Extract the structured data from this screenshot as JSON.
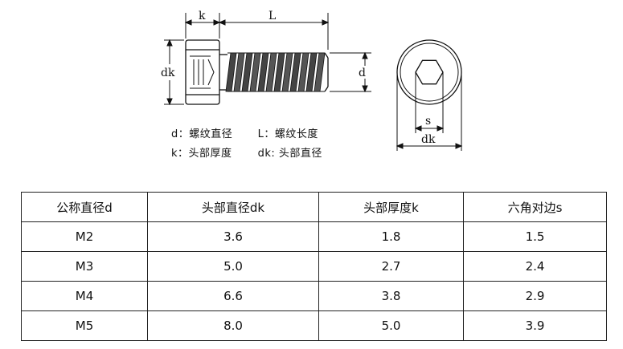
{
  "diagram": {
    "dim_labels": {
      "k": "k",
      "L": "L",
      "dk_left": "dk",
      "d": "d",
      "s": "s",
      "dk_bottom": "dk"
    }
  },
  "legend": {
    "line1_a": "d：螺纹直径",
    "line1_b": "L：螺纹长度",
    "line2_a": "k：头部厚度",
    "line2_b": "dk: 头部直径"
  },
  "table": {
    "headers": [
      "公称直径d",
      "头部直径dk",
      "头部厚度k",
      "六角对边s"
    ],
    "rows": [
      [
        "M2",
        "3.6",
        "1.8",
        "1.5"
      ],
      [
        "M3",
        "5.0",
        "2.7",
        "2.4"
      ],
      [
        "M4",
        "6.6",
        "3.8",
        "2.9"
      ],
      [
        "M5",
        "8.0",
        "5.0",
        "3.9"
      ]
    ]
  }
}
